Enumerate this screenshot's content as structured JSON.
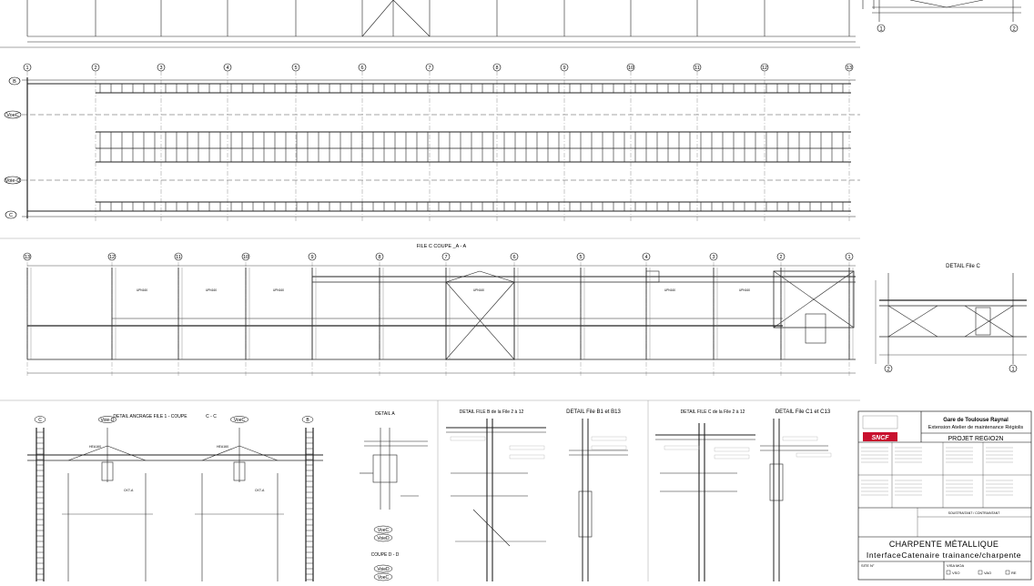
{
  "top_plan": {
    "axis_numbers": [
      "1",
      "2",
      "3",
      "4",
      "5",
      "6",
      "7",
      "8",
      "9",
      "10",
      "11",
      "12",
      "13"
    ],
    "row_labels": [
      "B",
      "VoeC",
      "Voie-D",
      "C"
    ],
    "top_right_axes": [
      "1",
      "2"
    ]
  },
  "elevation": {
    "title": "FILE C COUPE _A - A",
    "axis_numbers": [
      "13",
      "12",
      "11",
      "10",
      "9",
      "8",
      "7",
      "6",
      "5",
      "4",
      "3",
      "2",
      "1"
    ],
    "section_labels": [
      "UPN160",
      "UPN160",
      "UPN160",
      "UPN160",
      "UPN160",
      "UPN160"
    ]
  },
  "detail_file_c": {
    "title": "DETAIL File C",
    "axes": [
      "2",
      "1"
    ]
  },
  "details": {
    "ancrage_title": "DETAIL ANCRAGE FILE 1 - COUPE",
    "ancrage_suffix": "C - C",
    "ancrage_labels": [
      "C",
      "Voie-D",
      "VoeC",
      "B"
    ],
    "ancrage_sub": [
      "HEA160",
      "HEA160",
      "CKT-A",
      "CKT-A"
    ],
    "detail_a_title": "DETAIL A",
    "voec": "VoeC",
    "voied": "VoieD",
    "coupe_dd": "COUPE D - D",
    "file_b_title": "DETAIL FILE B de la File 2 à 12",
    "file_b13_title": "DETAIL File B1 et B13",
    "file_c_2_12_title": "DETAIL FILE C de la File 2 à 12",
    "file_c1_c13_title": "DETAIL File C1 et C13"
  },
  "title_block": {
    "project_line1": "Gare de Toulouse Raynal",
    "project_line2": "Extension Atelier de maintenance Régiolis",
    "project_code": "PROJET REGIO2N",
    "brand": "SNCF",
    "partner_title": "SOUSTRAITANT / CONTRAINTANT",
    "doc_title": "CHARPENTE MÉTALLIQUE",
    "doc_subtitle": "InterfaceCatenaire trainance/charpente",
    "bottom_left": "SITE N°",
    "bottom_right": "VISA MOA",
    "checkbox_labels": [
      "VSO",
      "VAO",
      "RE"
    ]
  },
  "colors": {
    "line": "#111111",
    "gray": "#8a8a8a",
    "sncf_red": "#c8102e"
  }
}
